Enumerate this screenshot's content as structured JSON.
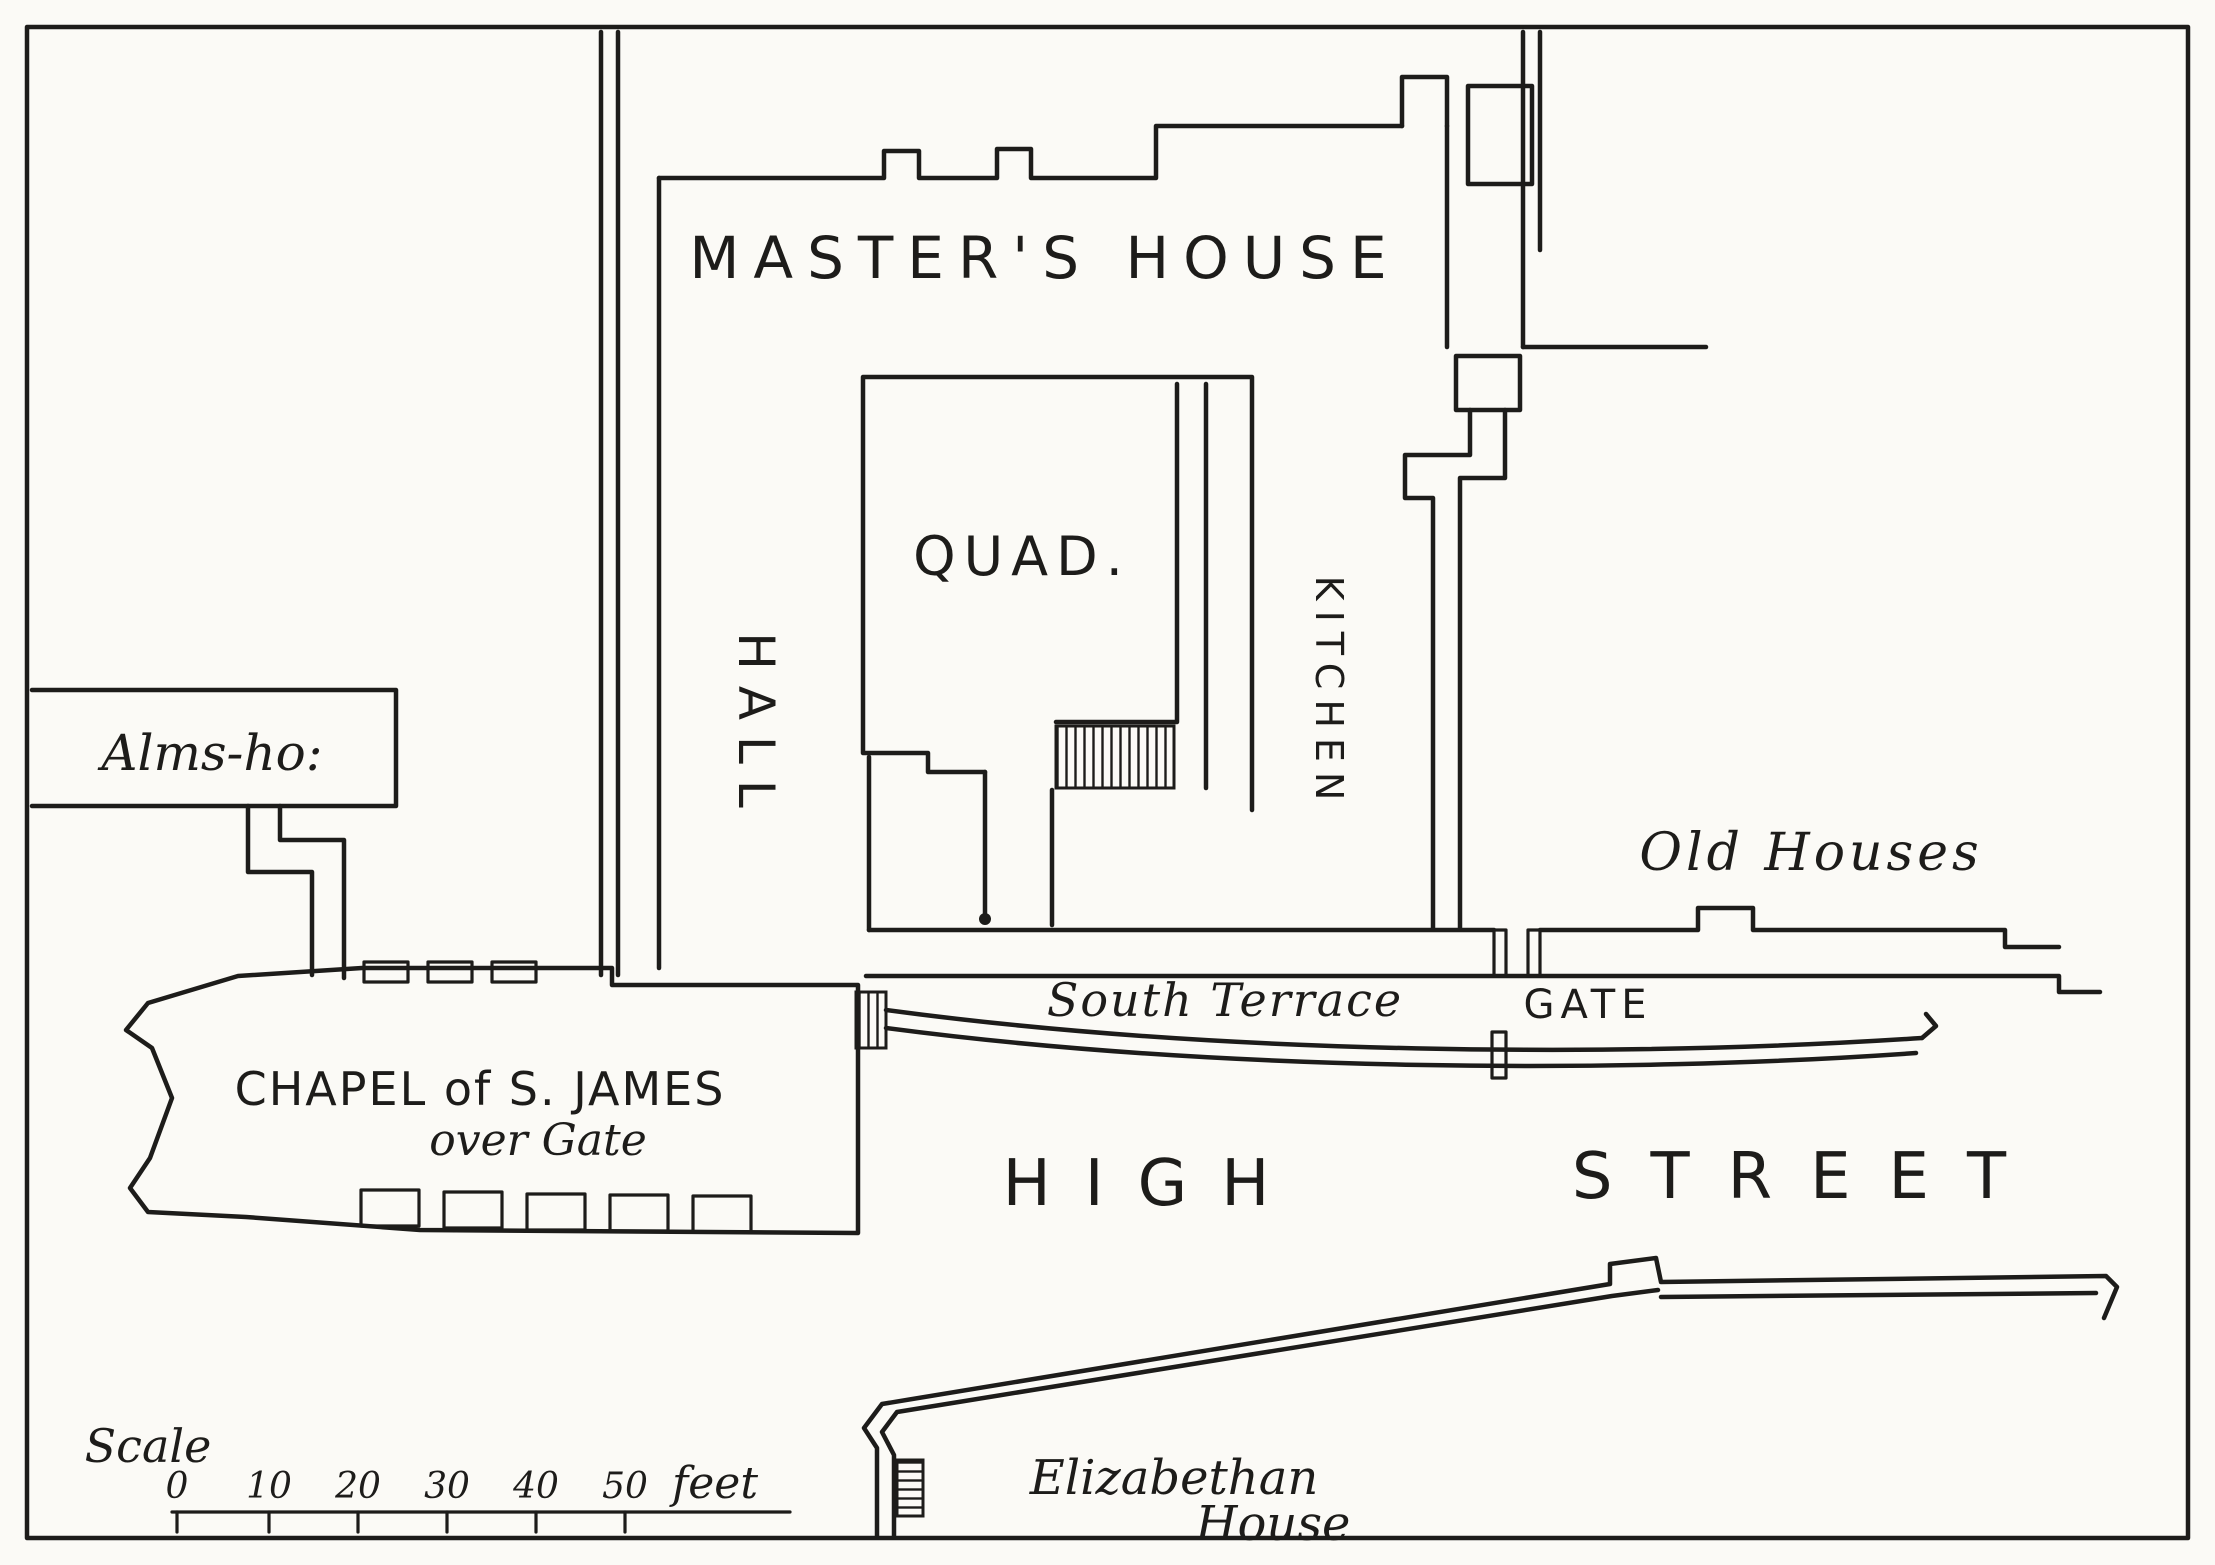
{
  "map": {
    "labels": {
      "masters_house": "MASTER'S HOUSE",
      "quad": "QUAD.",
      "hall": "HALL",
      "kitchen": "KITCHEN",
      "alms_ho": "Alms-ho:",
      "old_houses": "Old Houses",
      "south_terrace": "South Terrace",
      "gate": "GATE",
      "chapel": "CHAPEL of S. JAMES",
      "over_gate": "over Gate",
      "high": "HIGH",
      "street": "STREET",
      "elizabethan_line1": "Elizabethan",
      "elizabethan_line2": "House"
    },
    "scale": {
      "label": "Scale",
      "ticks": [
        "0",
        "10",
        "20",
        "30",
        "40",
        "50"
      ],
      "unit": "feet"
    },
    "colors": {
      "ink": "#1d1c1a",
      "paper": "#fbfaf6"
    }
  }
}
